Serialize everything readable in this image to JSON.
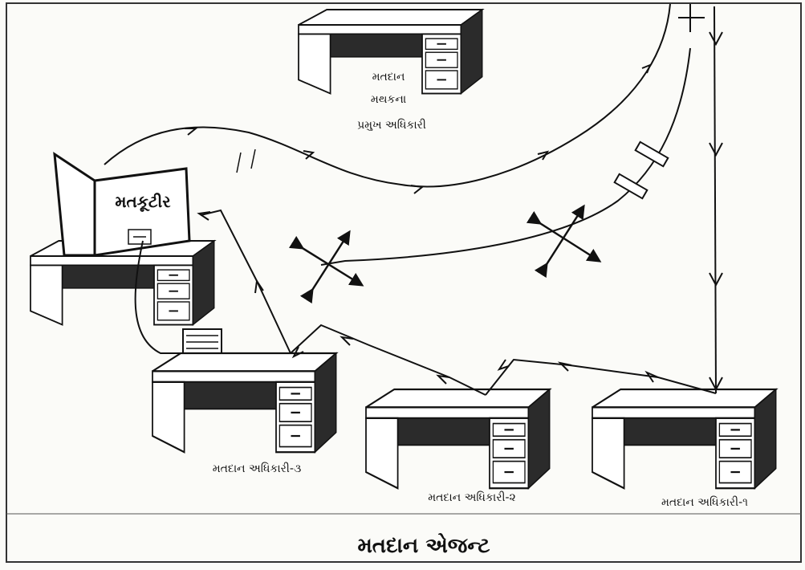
{
  "booth_sign": "મતકૂટીર",
  "presiding_officer": [
    "મતદાન",
    "મથકના",
    "પ્રમુખ અધિકારી"
  ],
  "officer_3": "મતદાન અધિકારી-૩",
  "officer_2": "મતદાન અધિકારી-૨",
  "officer_1": "મતદાન અધિકારી-૧",
  "footer_title": "મતદાન એજન્ટ",
  "colors": {
    "ink": "#111111",
    "desk_dark": "#2b2b2b",
    "paper": "#fbfbf8"
  }
}
